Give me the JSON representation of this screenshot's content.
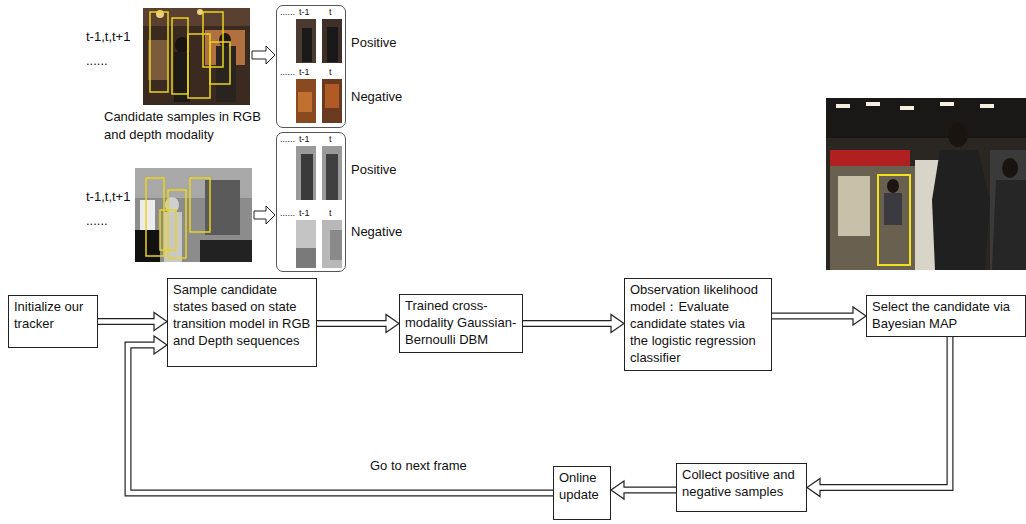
{
  "diagram": {
    "nodes": [
      {
        "text": [
          "......",
          "t-1",
          "t",
          "Positive",
          "......",
          "t-1",
          "t",
          "Negative"
        ]
      },
      {
        "text": [
          "......",
          "t-1",
          "t",
          "Positive",
          "......",
          "t-1",
          "t",
          "Negative"
        ]
      },
      {
        "text": [
          "Initialize our tracker"
        ]
      },
      {
        "text": [
          "Sample candidate states based on state transition model in RGB and Depth sequences"
        ]
      },
      {
        "text": [
          "Trained cross-modality Gaussian-Bernoulli DBM"
        ]
      },
      {
        "text": [
          "Observation likelihood model：Evaluate candidate states via the logistic regression classifier"
        ]
      },
      {
        "text": [
          "Select the candidate via Bayesian MAP"
        ]
      },
      {
        "text": [
          "Collect positive and negative samples"
        ]
      },
      {
        "text": [
          "Online update"
        ]
      }
    ],
    "edges": [
      {
        "from": 2,
        "to": 3,
        "arrow": "to"
      },
      {
        "from": 3,
        "to": 4,
        "arrow": "to"
      },
      {
        "from": 4,
        "to": 5,
        "arrow": "to"
      },
      {
        "from": 5,
        "to": 6,
        "arrow": "to"
      },
      {
        "from": 6,
        "to": 7,
        "arrow": "to"
      },
      {
        "from": 7,
        "to": 8,
        "arrow": "to"
      },
      {
        "from": 8,
        "to": 3,
        "label": "Go to next frame",
        "arrow": "to"
      }
    ],
    "labels": [
      "t-1,t,t+1",
      "......",
      "Candidate samples in RGB and depth modality",
      "t-1,t,t+1",
      "......"
    ]
  }
}
